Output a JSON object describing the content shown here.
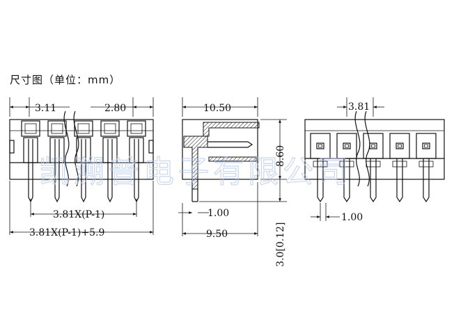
{
  "title": "尺寸图（单位：mm）",
  "watermark": "凯溯普电子有限公司",
  "front_view": {
    "dim_top_left": "3.11",
    "dim_top_right": "2.80",
    "dim_pitch": "3.81X(P-1)",
    "dim_total": "3.81X(P-1)+5.9"
  },
  "side_view": {
    "dim_top": "10.50",
    "dim_height": "8.60",
    "dim_pin": "1.00",
    "dim_bottom": "9.50",
    "dim_pin_length": "3.0[0.12]"
  },
  "back_view": {
    "dim_pitch": "3.81",
    "dim_pin": "1.00"
  }
}
